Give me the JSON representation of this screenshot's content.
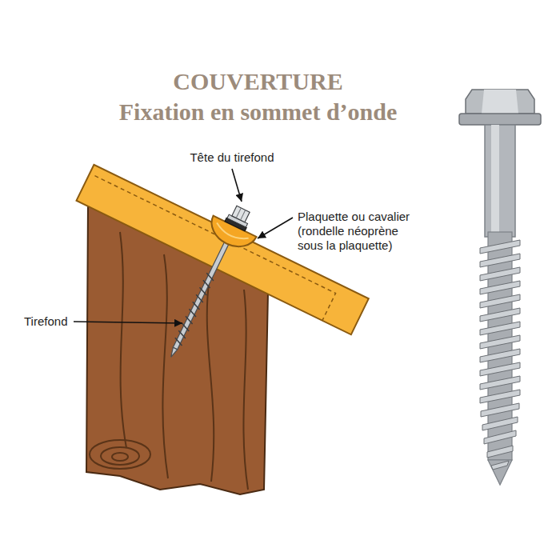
{
  "diagram": {
    "title": "COUVERTURE",
    "labels": [
      "Fixation en sommet d’onde",
      "Tête du tirefond",
      "Plaquette ou cavalier (rondelle néoprène sous la plaquette)",
      "Tirefond"
    ]
  }
}
